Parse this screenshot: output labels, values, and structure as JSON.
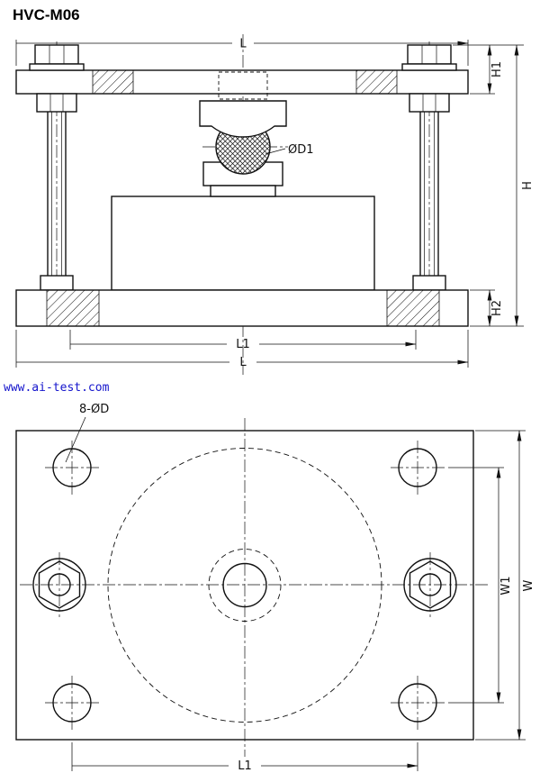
{
  "title": "HVC-M06",
  "watermark": "www.ai-test.com",
  "colors": {
    "line": "#111111",
    "watermark": "#1414cc",
    "background": "#ffffff"
  },
  "front_view": {
    "dim_length_top": "L",
    "dim_height_plate": "H1",
    "dim_height_overall": "H",
    "dim_height_base": "H2",
    "dim_ball_diameter": "ØD1",
    "dim_bolt_span": "L1",
    "dim_length_bottom": "L"
  },
  "top_view": {
    "holes_label": "8-ØD",
    "dim_width_inner": "W1",
    "dim_width_outer": "W",
    "dim_hole_span": "L1"
  }
}
